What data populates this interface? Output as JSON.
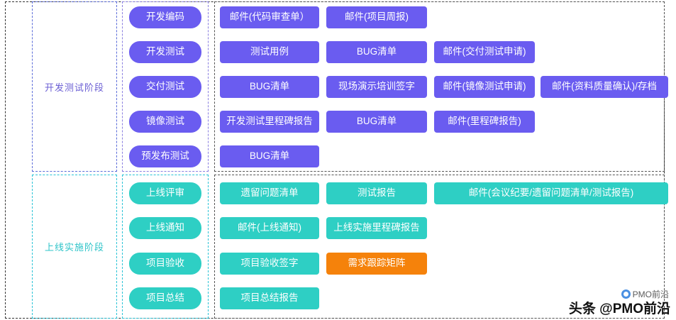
{
  "phases": [
    {
      "label": "开发测试阶段",
      "color": "#6b5fd4"
    },
    {
      "label": "上线实施阶段",
      "color": "#2ec4c9"
    }
  ],
  "stages": {
    "dev": [
      {
        "label": "开发编码"
      },
      {
        "label": "开发测试"
      },
      {
        "label": "交付测试"
      },
      {
        "label": "镜像测试"
      },
      {
        "label": "预发布测试"
      }
    ],
    "launch": [
      {
        "label": "上线评审"
      },
      {
        "label": "上线通知"
      },
      {
        "label": "项目验收"
      },
      {
        "label": "项目总结"
      }
    ]
  },
  "deliverables": {
    "dev": [
      {
        "label": "邮件(代码审查单）"
      },
      {
        "label": "邮件(项目周报)"
      },
      {
        "label": "测试用例"
      },
      {
        "label": "BUG清单"
      },
      {
        "label": "邮件(交付测试申请)"
      },
      {
        "label": "BUG清单"
      },
      {
        "label": "现场演示培训签字"
      },
      {
        "label": "邮件(镜像测试申请)"
      },
      {
        "label": "邮件(资料质量确认)/存档"
      },
      {
        "label": "开发测试里程碑报告"
      },
      {
        "label": "BUG清单"
      },
      {
        "label": "邮件(里程碑报告)"
      },
      {
        "label": "BUG清单"
      }
    ],
    "launch": [
      {
        "label": "遗留问题清单"
      },
      {
        "label": "测试报告"
      },
      {
        "label": "邮件(会议纪要/遗留问题清单/测试报告)"
      },
      {
        "label": "邮件(上线通知)"
      },
      {
        "label": "上线实施里程碑报告"
      },
      {
        "label": "项目验收签字"
      },
      {
        "label": "需求跟踪矩阵"
      },
      {
        "label": "项目总结报告"
      }
    ]
  },
  "watermark": {
    "main": "头条 @PMO前沿",
    "sub": "PMO前沿",
    "icon": "wechat-account-icon"
  },
  "colors": {
    "purple": "#6a5cf0",
    "teal": "#2ecfc4",
    "orange": "#f5820b",
    "dev_border": "#5b6cd9",
    "launch_border": "#29c3d6"
  }
}
